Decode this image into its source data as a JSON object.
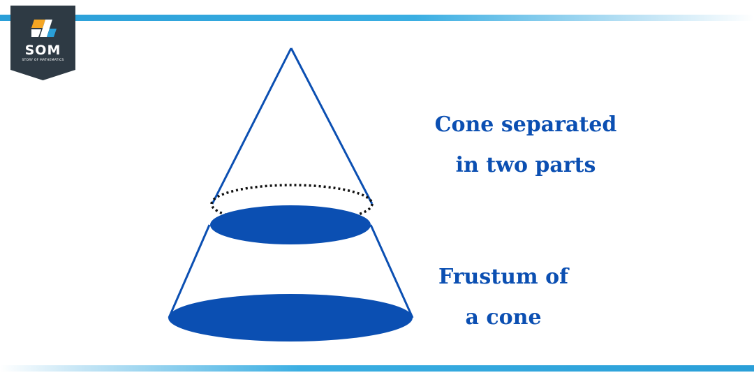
{
  "logo": {
    "text": "SOM",
    "subtitle": "STORY OF MATHEMATICS"
  },
  "captions": {
    "cone_line1": "Cone separated",
    "cone_line2": "in two parts",
    "frustum_line1": "Frustum of",
    "frustum_line2": "a cone"
  },
  "colors": {
    "primary_blue": "#0b4fb2",
    "stripe_blue": "#2a9fd8",
    "logo_bg": "#2e3a44",
    "logo_orange": "#f5a623",
    "logo_blue": "#2a9fd8"
  }
}
